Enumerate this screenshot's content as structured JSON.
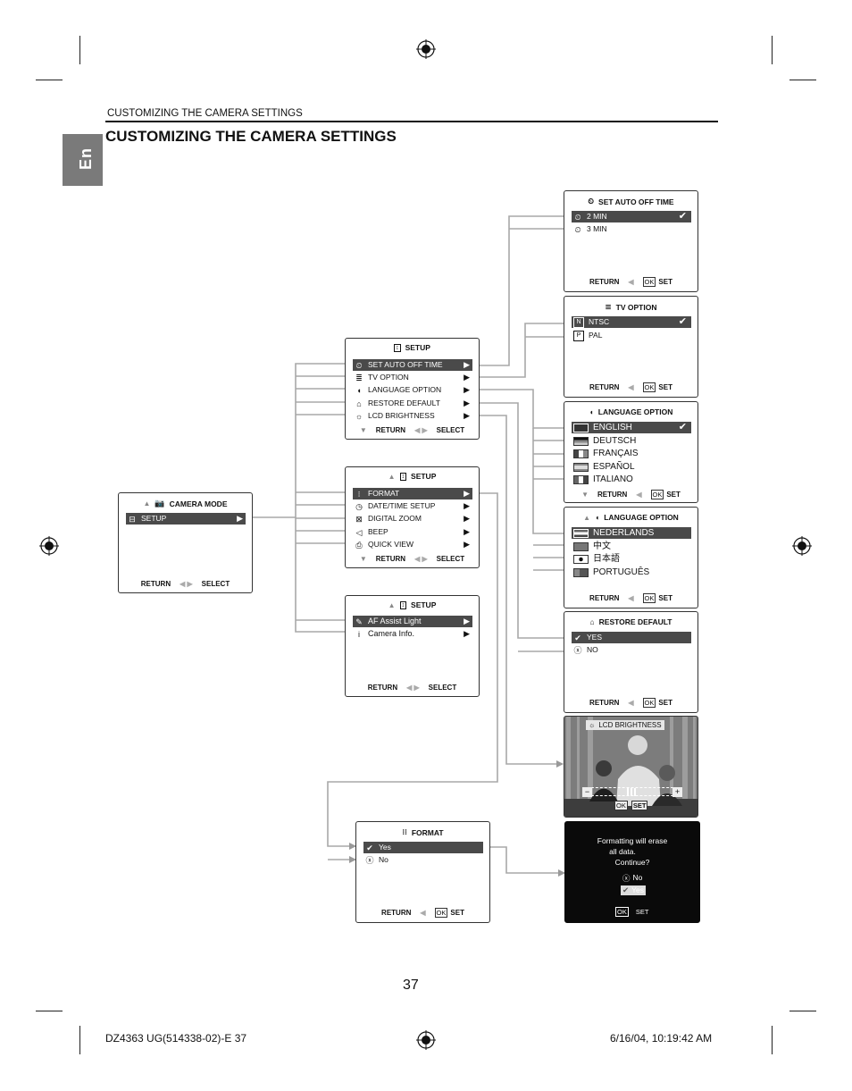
{
  "header": {
    "running_head": "CUSTOMIZING THE CAMERA SETTINGS",
    "title": "CUSTOMIZING THE CAMERA SETTINGS",
    "lang_tab": "En"
  },
  "screens": {
    "camera_mode": {
      "title": "CAMERA MODE",
      "items": [
        "SETUP"
      ],
      "return": "RETURN",
      "select": "SELECT"
    },
    "setup1": {
      "title": "SETUP",
      "items": [
        "SET AUTO OFF TIME",
        "TV OPTION",
        "LANGUAGE OPTION",
        "RESTORE DEFAULT",
        "LCD BRIGHTNESS"
      ],
      "return": "RETURN",
      "select": "SELECT"
    },
    "setup2": {
      "title": "SETUP",
      "items": [
        "FORMAT",
        "DATE/TIME SETUP",
        "DIGITAL ZOOM",
        "BEEP",
        "QUICK VIEW"
      ],
      "return": "RETURN",
      "select": "SELECT"
    },
    "setup3": {
      "title": "SETUP",
      "items": [
        "AF Assist Light",
        "Camera Info."
      ],
      "return": "RETURN",
      "select": "SELECT"
    },
    "auto_off": {
      "title": "SET AUTO OFF TIME",
      "items": [
        "2 MIN",
        "3 MIN"
      ],
      "return": "RETURN",
      "ok": "OK",
      "set": "SET"
    },
    "tv_option": {
      "title": "TV  OPTION",
      "items": [
        "NTSC",
        "PAL"
      ],
      "return": "RETURN",
      "ok": "OK",
      "set": "SET"
    },
    "language1": {
      "title": "LANGUAGE  OPTION",
      "items": [
        "ENGLISH",
        "DEUTSCH",
        "FRANÇAIS",
        "ESPAÑOL",
        "ITALIANO"
      ],
      "return": "RETURN",
      "ok": "OK",
      "set": "SET"
    },
    "language2": {
      "title": "LANGUAGE  OPTION",
      "items": [
        "NEDERLANDS",
        "中文",
        "日本語",
        "PORTUGUÊS"
      ],
      "return": "RETURN",
      "ok": "OK",
      "set": "SET"
    },
    "restore": {
      "title": "RESTORE DEFAULT",
      "items": [
        "YES",
        "NO"
      ],
      "return": "RETURN",
      "ok": "OK",
      "set": "SET"
    },
    "lcd": {
      "title": "LCD BRIGHTNESS",
      "minus": "−",
      "plus": "+",
      "ok": "OK",
      "set": "SET"
    },
    "format": {
      "title": "FORMAT",
      "items": [
        "Yes",
        "No"
      ],
      "return": "RETURN",
      "ok": "OK",
      "set": "SET"
    },
    "confirm": {
      "line1": "Formatting will erase",
      "line2": "all data.",
      "line3": "Continue?",
      "no": "No",
      "yes": "Yes",
      "ok": "OK",
      "set": "SET"
    }
  },
  "page_number": "37",
  "footer": {
    "left": "DZ4363 UG(514338-02)-E   37",
    "right": "6/16/04, 10:19:42 AM"
  }
}
